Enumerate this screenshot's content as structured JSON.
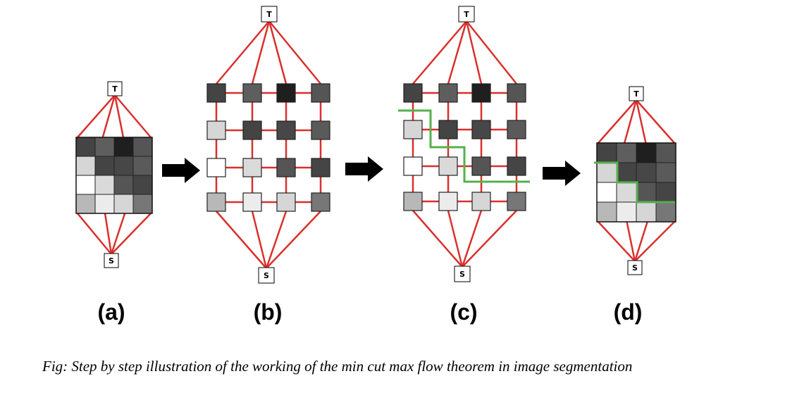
{
  "colors": {
    "edge": "#d9302c",
    "cut": "#56b04c",
    "arrow": "#000000",
    "node_border": "#000000"
  },
  "terminals": {
    "top": "T",
    "bottom": "S"
  },
  "grid": {
    "rows": 4,
    "cols": 4,
    "shades": [
      [
        "#444444",
        "#5e5e5e",
        "#1f1f1f",
        "#555555"
      ],
      [
        "#d6d6d6",
        "#444444",
        "#474747",
        "#5a5a5a"
      ],
      [
        "#ffffff",
        "#dadada",
        "#555555",
        "#454545"
      ],
      [
        "#b8b8b8",
        "#ececec",
        "#d6d6d6",
        "#777777"
      ]
    ]
  },
  "panels": [
    {
      "id": "a",
      "label": "(a)",
      "style": "image"
    },
    {
      "id": "b",
      "label": "(b)",
      "style": "graph"
    },
    {
      "id": "c",
      "label": "(c)",
      "style": "graph-cut"
    },
    {
      "id": "d",
      "label": "(d)",
      "style": "image-cut"
    }
  ],
  "arrows": 3,
  "caption": "Fig: Step by step illustration of the working of the min cut max flow theorem in image segmentation"
}
